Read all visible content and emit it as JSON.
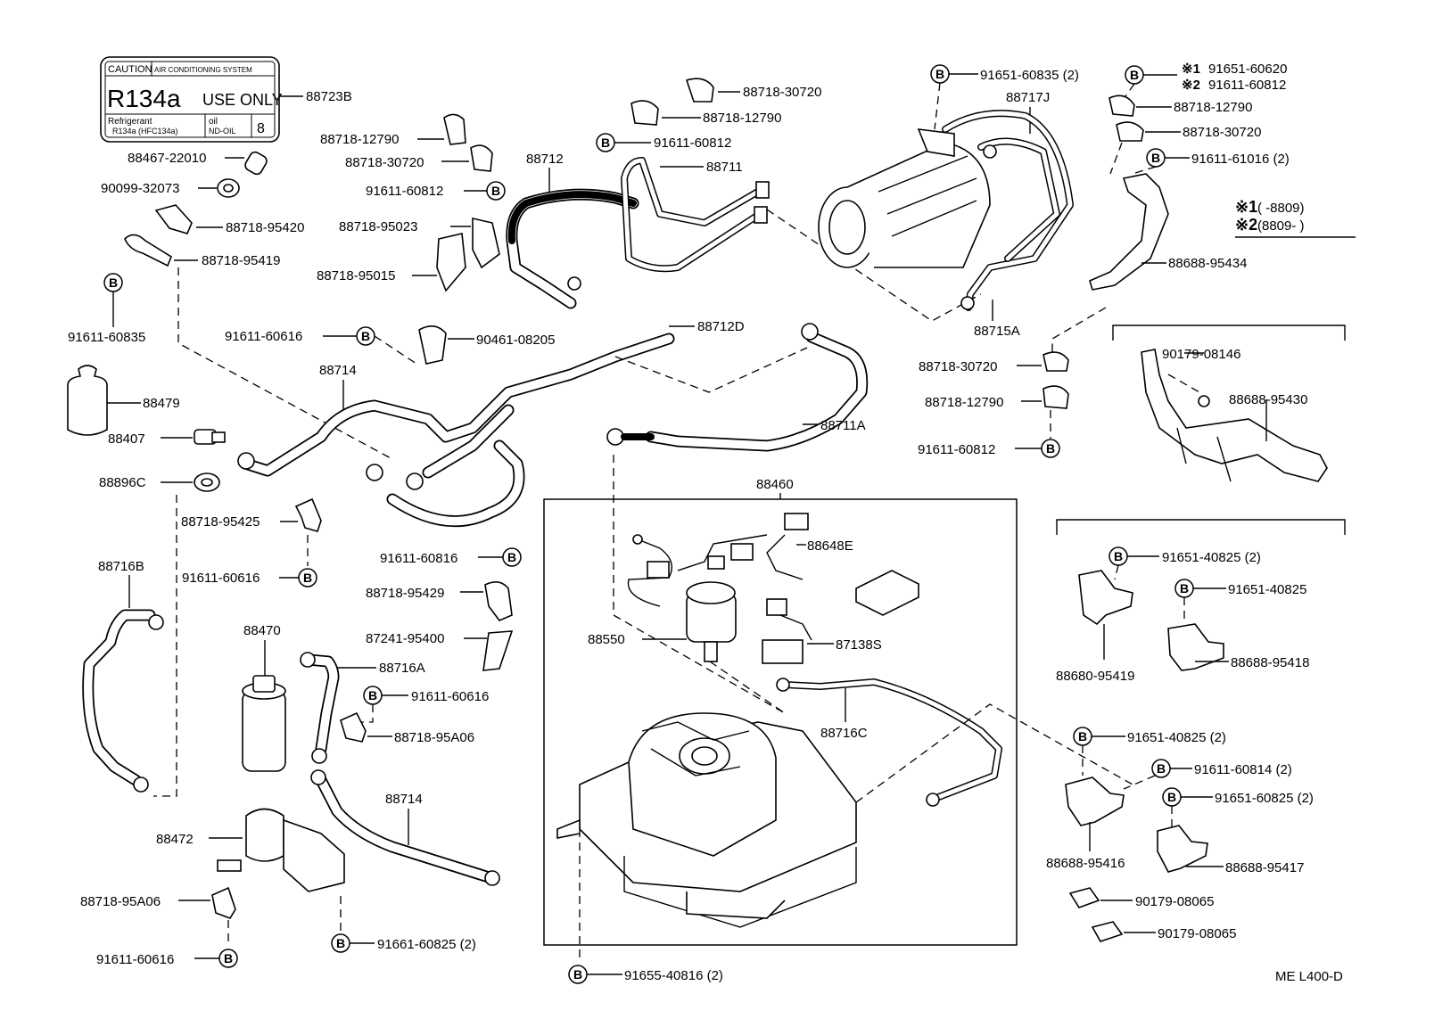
{
  "caution_label": {
    "caution": "CAUTION",
    "system": "AIR CONDITIONING SYSTEM",
    "refrigerant_type": "R134a",
    "use_only": "USE ONLY",
    "refrigerant_word": "Refrigerant",
    "refrigerant_spec": "R134a (HFC134a)",
    "oil_word": "oil",
    "oil_spec": "ND-OIL",
    "oil_number": "8"
  },
  "notes": {
    "note1_mark": "※1",
    "note1_range": "(        -8809)",
    "note2_mark": "※2",
    "note2_range": "(8809-        )"
  },
  "footer_code": "ME L400-D",
  "bolt_letter": "B",
  "parts": {
    "p88723B": "88723B",
    "p88467_22010": "88467-22010",
    "p90099_32073": "90099-32073",
    "p88718_95420": "88718-95420",
    "p88718_95419": "88718-95419",
    "p91611_60835": "91611-60835",
    "p91611_60616_a": "91611-60616",
    "p88479": "88479",
    "p88407": "88407",
    "p88896C": "88896C",
    "p88718_95425": "88718-95425",
    "p91611_60616_b": "91611-60616",
    "p88716B": "88716B",
    "p88470": "88470",
    "p88716A": "88716A",
    "p91611_60616_c": "91611-60616",
    "p88718_95A06_a": "88718-95A06",
    "p88714_b": "88714",
    "p88472": "88472",
    "p88718_95A06_b": "88718-95A06",
    "p91611_60616_d": "91611-60616",
    "p91661_60825": "91661-60825 (2)",
    "p91655_40816": "91655-40816 (2)",
    "p88718_12790_a": "88718-12790",
    "p88718_30720_a": "88718-30720",
    "p91611_60812_a": "91611-60812",
    "p88718_95023": "88718-95023",
    "p88718_95015": "88718-95015",
    "p90461_08205": "90461-08205",
    "p88714_a": "88714",
    "p88718_30720_b": "88718-30720",
    "p88718_12790_b": "88718-12790",
    "p91611_60812_b": "91611-60812",
    "p88712": "88712",
    "p88711": "88711",
    "p88712D": "88712D",
    "p88711A": "88711A",
    "p91611_60816": "91611-60816",
    "p88718_95429": "88718-95429",
    "p87241_95400": "87241-95400",
    "p88460": "88460",
    "p88648E": "88648E",
    "p88550": "88550",
    "p87138S": "87138S",
    "p88716C": "88716C",
    "p91651_60835": "91651-60835 (2)",
    "p88717J": "88717J",
    "p88715A": "88715A",
    "p88718_30720_c": "88718-30720",
    "p88718_12790_c": "88718-12790",
    "p91611_60812_c": "91611-60812",
    "p91651_60620": "91651-60620",
    "p91611_60812_d": "91611-60812",
    "p88718_12790_d": "88718-12790",
    "p88718_30720_d": "88718-30720",
    "p91611_61016": "91611-61016 (2)",
    "p88688_95434": "88688-95434",
    "p90179_08146": "90179-08146",
    "p88688_95430": "88688-95430",
    "p91651_40825_a": "91651-40825 (2)",
    "p91651_40825_b": "91651-40825",
    "p88680_95419": "88680-95419",
    "p88688_95418": "88688-95418",
    "p91651_40825_c": "91651-40825 (2)",
    "p91611_60814": "91611-60814 (2)",
    "p91651_60825": "91651-60825 (2)",
    "p88688_95416": "88688-95416",
    "p88688_95417": "88688-95417",
    "p90179_08065_a": "90179-08065",
    "p90179_08065_b": "90179-08065"
  }
}
